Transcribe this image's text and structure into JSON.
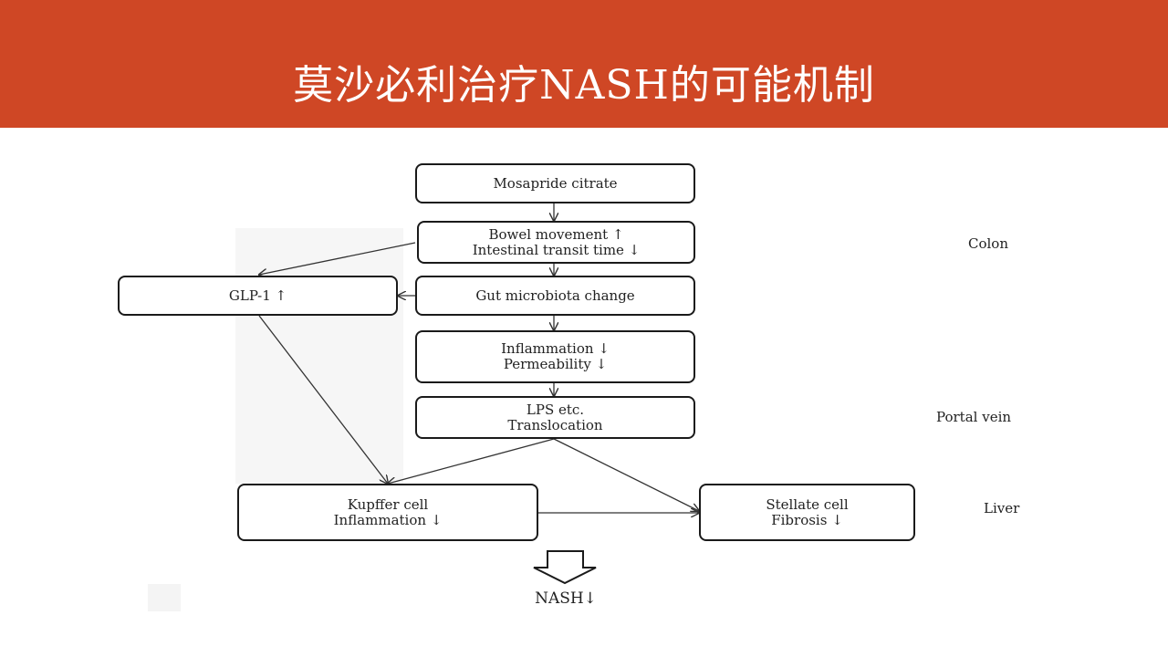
{
  "slide": {
    "title": "莫沙必利治疗NASH的可能机制",
    "header_color": "#cf4725"
  },
  "diagram": {
    "nodes": {
      "mosapride": {
        "line1": "Mosapride citrate"
      },
      "bowel": {
        "line1": "Bowel movement ↑",
        "line2": "Intestinal transit time ↓"
      },
      "gut": {
        "line1": "Gut microbiota change"
      },
      "glp1": {
        "line1": "GLP-1 ↑"
      },
      "inflammation": {
        "line1": "Inflammation ↓",
        "line2": "Permeability ↓"
      },
      "lps": {
        "line1": "LPS etc.",
        "line2": "Translocation"
      },
      "kupffer": {
        "line1": "Kupffer cell",
        "line2": "Inflammation ↓"
      },
      "stellate": {
        "line1": "Stellate cell",
        "line2": "Fibrosis ↓"
      }
    },
    "side_labels": {
      "colon": "Colon",
      "portal_vein": "Portal vein",
      "liver": "Liver"
    },
    "outcome": "NASH↓",
    "edges": [
      [
        "mosapride",
        "bowel"
      ],
      [
        "bowel",
        "gut"
      ],
      [
        "bowel",
        "glp1"
      ],
      [
        "gut",
        "glp1"
      ],
      [
        "gut",
        "inflammation"
      ],
      [
        "inflammation",
        "lps"
      ],
      [
        "lps",
        "kupffer"
      ],
      [
        "lps",
        "stellate"
      ],
      [
        "glp1",
        "kupffer"
      ],
      [
        "kupffer",
        "stellate"
      ],
      [
        "kupffer",
        "outcome"
      ]
    ]
  }
}
